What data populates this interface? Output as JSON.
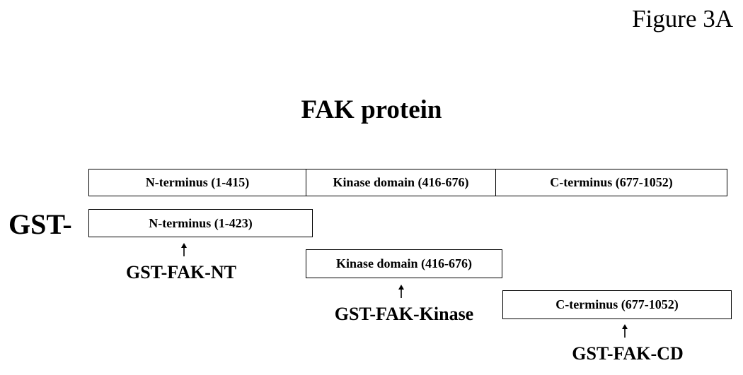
{
  "figure_label": "Figure 3A",
  "title": "FAK protein",
  "protein_segments": [
    {
      "label": "N-terminus (1-415)"
    },
    {
      "label": "Kinase domain (416-676)"
    },
    {
      "label": "C-terminus (677-1052)"
    }
  ],
  "gst_prefix": "GST-",
  "constructs": [
    {
      "box_label": "N-terminus (1-423)",
      "name": "GST-FAK-NT"
    },
    {
      "box_label": "Kinase domain (416-676)",
      "name": "GST-FAK-Kinase"
    },
    {
      "box_label": "C-terminus (677-1052)",
      "name": "GST-FAK-CD"
    }
  ],
  "colors": {
    "line": "#000000",
    "background": "#ffffff"
  }
}
